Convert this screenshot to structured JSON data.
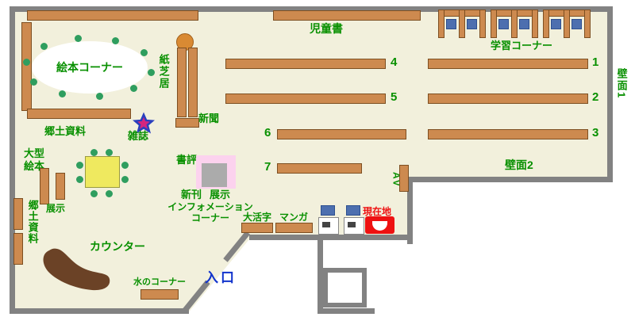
{
  "colors": {
    "floor": "#f2f0dc",
    "wall": "#828282",
    "shelf": "#cd8a4f",
    "shelf_border": "#7d4f21",
    "label_green": "#089000",
    "entrance_blue": "#1133cc",
    "location_red": "#ee1111",
    "chair_blue": "#4d6faf",
    "table_yellow": "#efe95f",
    "dot_green": "#2f9e5f",
    "display_pink": "#fcd2ee",
    "display_gray": "#ababab",
    "counter_brown": "#6b4226",
    "kamishibai_orange": "#d98a33",
    "star_blue": "#2a3fbe",
    "star_pink": "#d4257e"
  },
  "labels": {
    "ehon_corner": "絵本コーナー",
    "kamishibai": "紙芝居",
    "shinbun": "新聞",
    "zasshi": "雑誌",
    "kyodo_top": "郷土資料",
    "ogata_ehon": "大型\n絵本",
    "tenji_left": "展示",
    "kyodo_left": "郷土資料",
    "jidosho": "児童書",
    "gakushu": "学習コーナー",
    "hekimen1": "壁面1",
    "hekimen2": "壁面2",
    "shohyo": "書評",
    "shinkan": "新刊",
    "tenji_new": "展示",
    "information": "インフォメーション\nコーナー",
    "daikatsuji": "大活字",
    "manga": "マンガ",
    "genzaichi": "現在地",
    "av": "AV",
    "counter": "カウンター",
    "mizu": "水のコーナー",
    "iriguchi": "入口"
  },
  "shelf_numbers": [
    "1",
    "2",
    "3",
    "4",
    "5",
    "6",
    "7"
  ]
}
